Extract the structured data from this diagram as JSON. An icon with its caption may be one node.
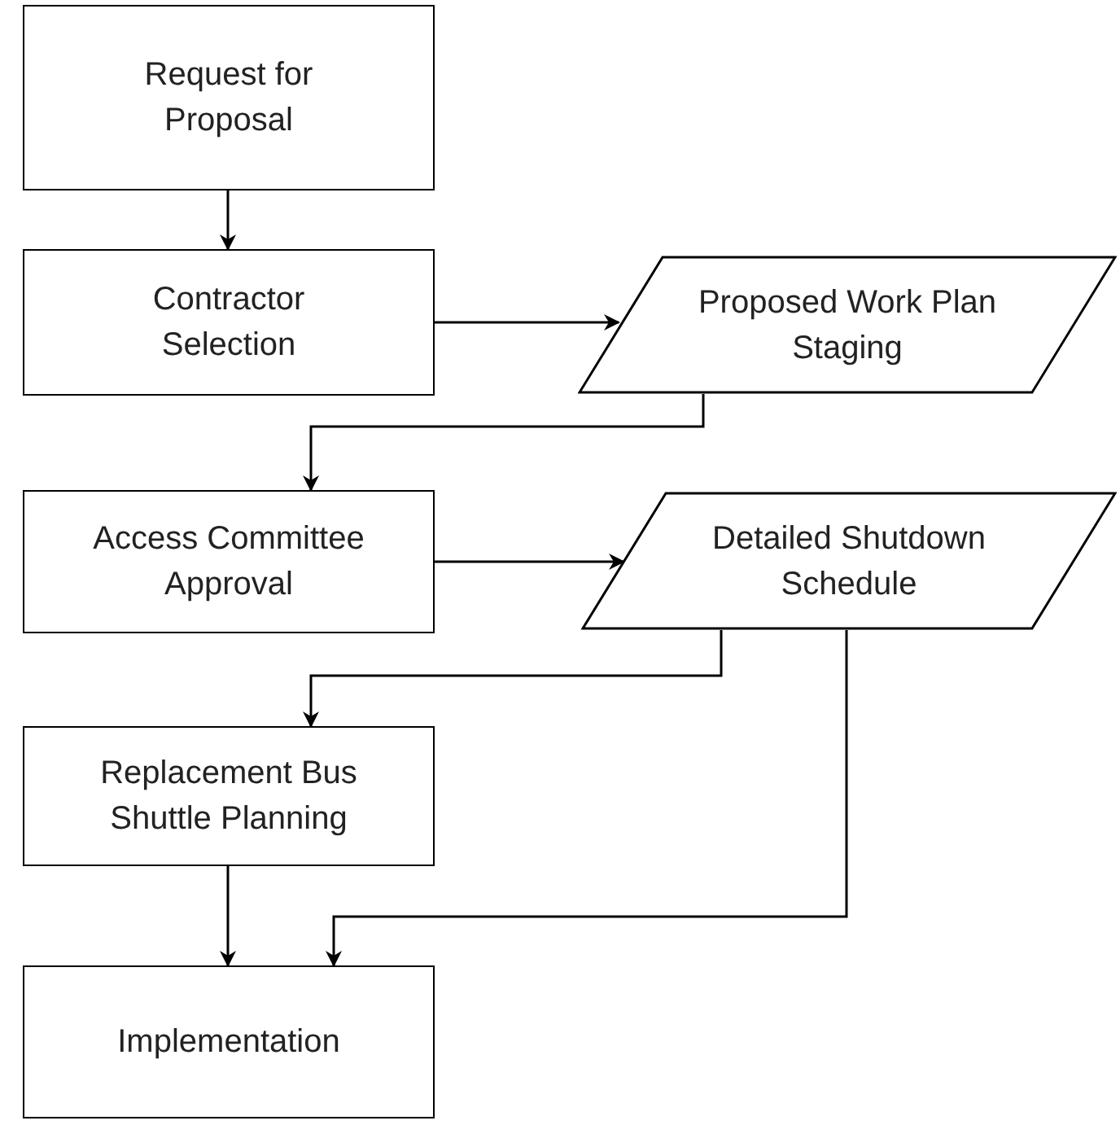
{
  "diagram": {
    "nodes": [
      {
        "text": [
          "Request for Proposal"
        ]
      },
      {
        "text": [
          "Contractor Selection"
        ]
      },
      {
        "text": [
          "Proposed Work Plan Staging"
        ]
      },
      {
        "text": [
          "Access Committee Approval"
        ]
      },
      {
        "text": [
          "Detailed Shutdown Schedule"
        ]
      },
      {
        "text": [
          "Replacement Bus Shuttle Planning"
        ]
      },
      {
        "text": [
          "Implementation"
        ]
      }
    ],
    "edges": [
      {
        "from": 0,
        "to": 1,
        "arrow": "to"
      },
      {
        "from": 1,
        "to": 2,
        "arrow": "to"
      },
      {
        "from": 2,
        "to": 3,
        "arrow": "to"
      },
      {
        "from": 3,
        "to": 4,
        "arrow": "to"
      },
      {
        "from": 4,
        "to": 5,
        "arrow": "to"
      },
      {
        "from": 4,
        "to": 6,
        "arrow": "to"
      },
      {
        "from": 5,
        "to": 6,
        "arrow": "to"
      }
    ]
  }
}
